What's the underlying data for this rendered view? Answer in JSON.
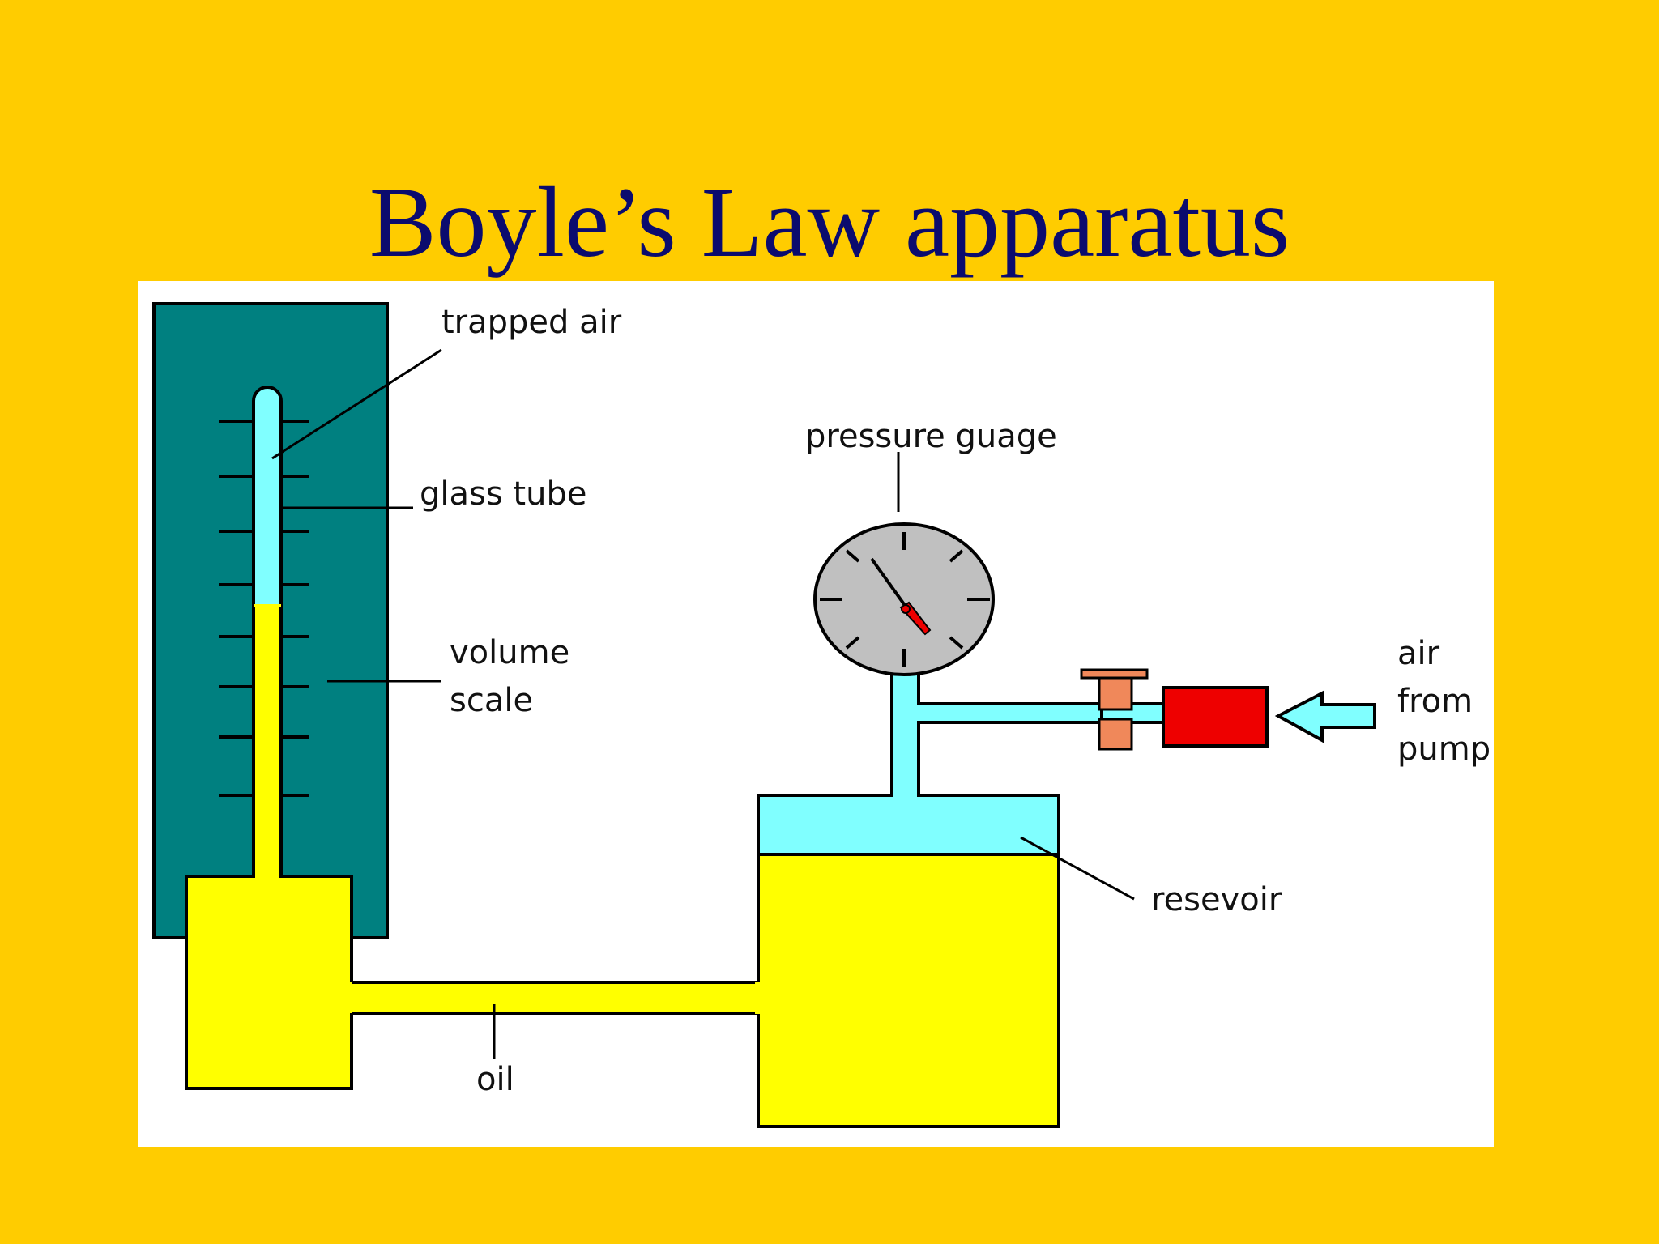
{
  "slide": {
    "title": "Boyle’s Law apparatus"
  },
  "diagram": {
    "labels": {
      "trapped_air": "trapped air",
      "glass_tube": "glass tube",
      "volume_scale_line1": "volume",
      "volume_scale_line2": "scale",
      "pressure_gauge": "pressure guage",
      "air_line1": "air",
      "air_line2": "from",
      "air_line3": "pump",
      "reservoir": "resevoir",
      "oil": "oil"
    },
    "colors": {
      "background": "#FFCC00",
      "title": "#0B0B6E",
      "scale_board": "#008080",
      "oil": "#FFFF00",
      "air": "#80FFFF",
      "gauge_face": "#C0C0C0",
      "valve": "#F0885A",
      "pump_block": "#EE0000"
    }
  }
}
